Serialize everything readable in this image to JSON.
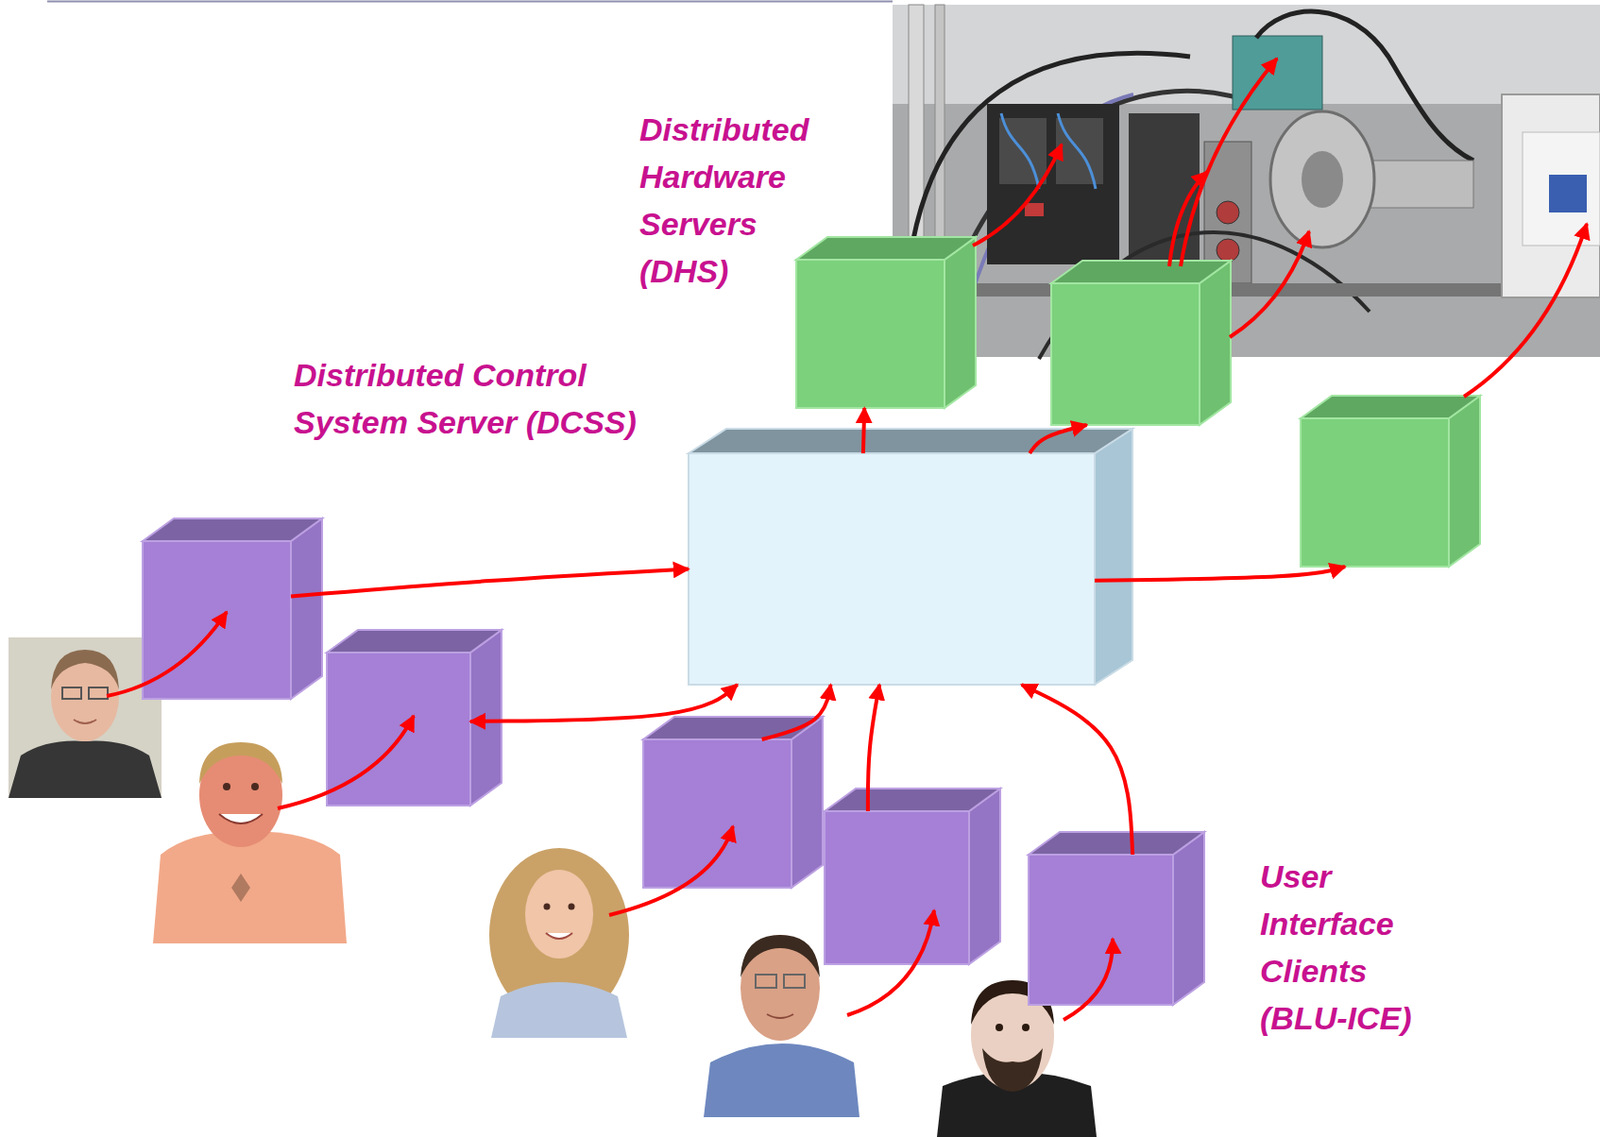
{
  "diagram": {
    "nodes": [
      {
        "text": [
          "Distributed Hardware Servers (DHS)"
        ]
      },
      {
        "text": []
      },
      {
        "text": []
      },
      {
        "text": [
          "Distributed Control System Server (DCSS)"
        ]
      },
      {
        "text": []
      },
      {
        "text": []
      },
      {
        "text": []
      },
      {
        "text": []
      },
      {
        "text": [
          "User Interface Clients (BLU-ICE)"
        ]
      }
    ],
    "edges": [
      {
        "from": 3,
        "to": 0,
        "arrow": "to"
      },
      {
        "from": 3,
        "to": 1,
        "arrow": "to"
      },
      {
        "from": 3,
        "to": 2,
        "arrow": "to"
      },
      {
        "from": 4,
        "to": 3,
        "arrow": "to"
      },
      {
        "from": 5,
        "to": 3,
        "arrow": "both"
      },
      {
        "from": 6,
        "to": 3,
        "arrow": "to"
      },
      {
        "from": 7,
        "to": 3,
        "arrow": "to"
      },
      {
        "from": 8,
        "to": 3,
        "arrow": "to"
      }
    ]
  }
}
